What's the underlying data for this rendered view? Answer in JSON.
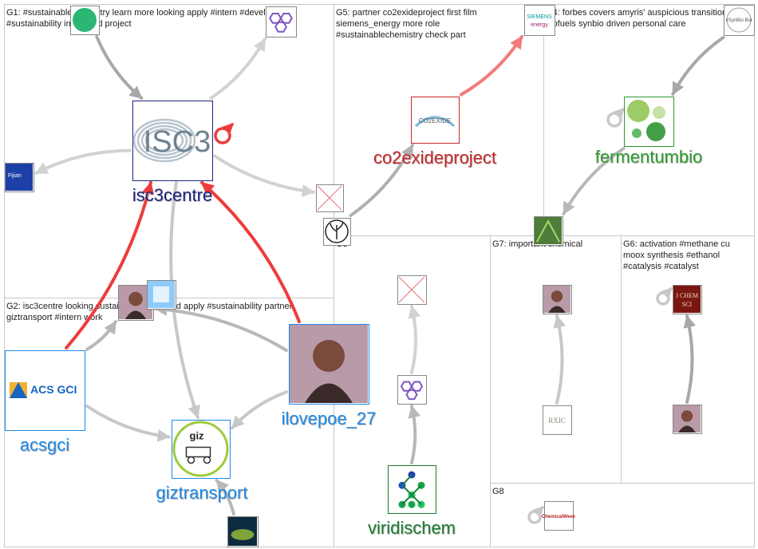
{
  "groups": [
    {
      "id": "G1",
      "label_lines": [
        "G1: #sustainablechemistry learn more looking apply #intern #development",
        "#sustainability interested project"
      ]
    },
    {
      "id": "G2",
      "label_lines": [
        "G2: isc3centre looking sustainable interested apply #sustainability partner",
        "giztransport #intern work"
      ]
    },
    {
      "id": "G3",
      "label_lines": [
        "G3"
      ]
    },
    {
      "id": "G4",
      "label_lines": [
        "G4: forbes covers amyris' auspicious transition",
        "biofuels synbio driven personal care"
      ]
    },
    {
      "id": "G5",
      "label_lines": [
        "G5: partner co2exideproject first film",
        "siemens_energy more role",
        "#sustainablechemistry check part"
      ]
    },
    {
      "id": "G6",
      "label_lines": [
        "G6: activation #methane cu",
        "moox synthesis #ethanol",
        "#catalysis #catalyst"
      ]
    },
    {
      "id": "G7",
      "label_lines": [
        "G7: important chemical"
      ]
    },
    {
      "id": "G8",
      "label_lines": [
        "G8"
      ]
    }
  ],
  "nodes": [
    {
      "id": "isc3centre",
      "label": "isc3centre",
      "color": "#1a237e",
      "icon": "isc3-logo-icon",
      "avatar_text": "ISC3"
    },
    {
      "id": "acsgci",
      "label": "acsgci",
      "color": "#1e88e5",
      "icon": "acs-logo-icon",
      "avatar_text": "ACS GCI"
    },
    {
      "id": "giztransport",
      "label": "giztransport",
      "color": "#1e88e5",
      "icon": "giz-logo-icon",
      "avatar_text": "giz"
    },
    {
      "id": "ilovepoe_27",
      "label": "ilovepoe_27",
      "color": "#1e88e5",
      "icon": "person-photo-icon",
      "avatar_text": ""
    },
    {
      "id": "co2exideproject",
      "label": "co2exideproject",
      "color": "#c62828",
      "icon": "co2exide-logo-icon",
      "avatar_text": "CO2EXIDE"
    },
    {
      "id": "fermentumbio",
      "label": "fermentumbio",
      "color": "#2e9a2e",
      "icon": "bubbles-logo-icon",
      "avatar_text": ""
    },
    {
      "id": "viridischem",
      "label": "viridischem",
      "color": "#1b7a2e",
      "icon": "molecule-logo-icon",
      "avatar_text": ""
    },
    {
      "id": "u_hex",
      "label": "",
      "color": "",
      "icon": "hexagon-logo-icon",
      "avatar_text": ""
    },
    {
      "id": "u_fijian",
      "label": "",
      "color": "",
      "icon": "fijian-logo-icon",
      "avatar_text": "Fijian"
    },
    {
      "id": "u_topgreen",
      "label": "",
      "color": "",
      "icon": "green-logo-icon",
      "avatar_text": ""
    },
    {
      "id": "u_bw",
      "label": "",
      "color": "",
      "icon": "person-photo-icon",
      "avatar_text": ""
    },
    {
      "id": "u_mini",
      "label": "",
      "color": "",
      "icon": "document-icon",
      "avatar_text": ""
    },
    {
      "id": "u_x1",
      "label": "",
      "color": "",
      "icon": "missing-image-icon",
      "avatar_text": ""
    },
    {
      "id": "u_sprout",
      "label": "",
      "color": "",
      "icon": "sprout-logo-icon",
      "avatar_text": ""
    },
    {
      "id": "u_siemens",
      "label": "",
      "color": "",
      "icon": "siemens-logo-icon",
      "avatar_text": "SIEMENS energy"
    },
    {
      "id": "u_synbio",
      "label": "",
      "color": "",
      "icon": "synbio-logo-icon",
      "avatar_text": "#SynBio Bot"
    },
    {
      "id": "u_plant",
      "label": "",
      "color": "",
      "icon": "plant-photo-icon",
      "avatar_text": ""
    },
    {
      "id": "u_x2",
      "label": "",
      "color": "",
      "icon": "missing-image-icon",
      "avatar_text": ""
    },
    {
      "id": "u_hexpurple",
      "label": "",
      "color": "",
      "icon": "hexagon-logo-icon",
      "avatar_text": ""
    },
    {
      "id": "u_face",
      "label": "",
      "color": "",
      "icon": "person-photo-icon",
      "avatar_text": ""
    },
    {
      "id": "u_rdp",
      "label": "",
      "color": "",
      "icon": "text-logo-icon",
      "avatar_text": "RXIC"
    },
    {
      "id": "u_jchem",
      "label": "",
      "color": "",
      "icon": "jchemsci-logo-icon",
      "avatar_text": "J CHEM SCI"
    },
    {
      "id": "u_man",
      "label": "",
      "color": "",
      "icon": "person-photo-icon",
      "avatar_text": ""
    },
    {
      "id": "u_chemweek",
      "label": "",
      "color": "",
      "icon": "chemweek-logo-icon",
      "avatar_text": "ChemicalWeek"
    },
    {
      "id": "u_sustain",
      "label": "",
      "color": "",
      "icon": "leaf-logo-icon",
      "avatar_text": ""
    }
  ],
  "edges": [
    {
      "from": "u_topgreen",
      "to": "isc3centre",
      "color": "#a8a8a8"
    },
    {
      "from": "isc3centre",
      "to": "u_hex",
      "color": "#d2d2d2"
    },
    {
      "from": "isc3centre",
      "to": "u_fijian",
      "color": "#d2d2d2"
    },
    {
      "from": "isc3centre",
      "to": "u_x1",
      "color": "#d2d2d2"
    },
    {
      "from": "isc3centre",
      "to": "giztransport",
      "color": "#c8c8c8"
    },
    {
      "from": "acsgci",
      "to": "isc3centre",
      "color": "#ee3b3b"
    },
    {
      "from": "ilovepoe_27",
      "to": "isc3centre",
      "color": "#ee3b3b"
    },
    {
      "from": "acsgci",
      "to": "u_bw",
      "color": "#b8b8b8"
    },
    {
      "from": "ilovepoe_27",
      "to": "u_bw",
      "color": "#b8b8b8"
    },
    {
      "from": "acsgci",
      "to": "giztransport",
      "color": "#c8c8c8"
    },
    {
      "from": "ilovepoe_27",
      "to": "giztransport",
      "color": "#c8c8c8"
    },
    {
      "from": "u_sustain",
      "to": "giztransport",
      "color": "#b8b8b8"
    },
    {
      "from": "u_sprout",
      "to": "co2exideproject",
      "color": "#b0b0b0"
    },
    {
      "from": "co2exideproject",
      "to": "u_siemens",
      "color": "#f37b7b"
    },
    {
      "from": "u_synbio",
      "to": "fermentumbio",
      "color": "#a8a8a8"
    },
    {
      "from": "fermentumbio",
      "to": "u_plant",
      "color": "#b8b8b8"
    },
    {
      "from": "u_hexpurple",
      "to": "u_x2",
      "color": "#d2d2d2"
    },
    {
      "from": "viridischem",
      "to": "u_hexpurple",
      "color": "#b8b8b8"
    },
    {
      "from": "u_rdp",
      "to": "u_face",
      "color": "#c8c8c8"
    },
    {
      "from": "u_man",
      "to": "u_jchem",
      "color": "#a8a8a8"
    }
  ],
  "self_loops": [
    {
      "node": "isc3centre",
      "color": "#ee3b3b"
    },
    {
      "node": "fermentumbio",
      "color": "#c8c8c8"
    },
    {
      "node": "u_jchem",
      "color": "#c8c8c8"
    },
    {
      "node": "u_chemweek",
      "color": "#c8c8c8"
    }
  ]
}
